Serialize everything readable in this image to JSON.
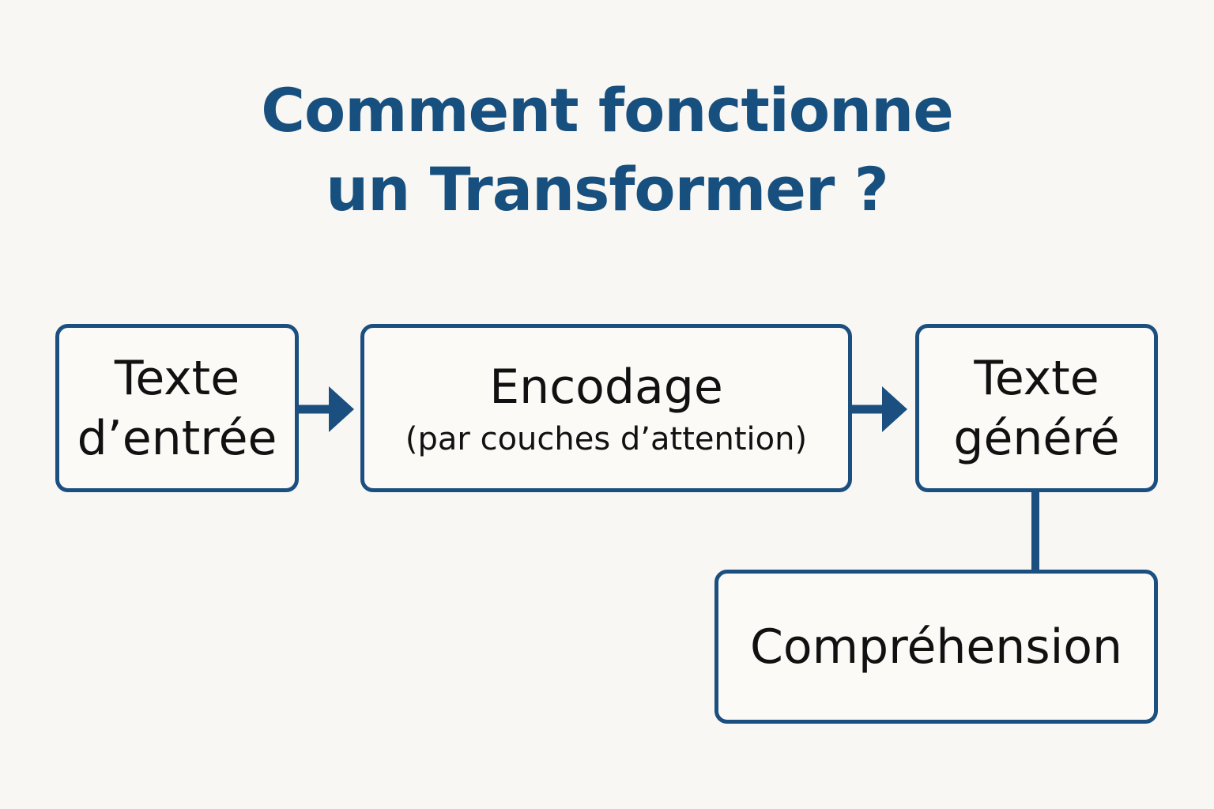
{
  "title": {
    "line1": "Comment fonctionne",
    "line2": "un Transformer ?"
  },
  "nodes": {
    "input": {
      "line1": "Texte",
      "line2": "d’entrée"
    },
    "encoding": {
      "label": "Encodage",
      "sublabel": "(par couches d’attention)"
    },
    "output": {
      "line1": "Texte",
      "line2": "généré"
    },
    "comprehension": {
      "label": "Compréhension"
    }
  },
  "colors": {
    "accent": "#17507f",
    "stroke": "#1b4f80",
    "background": "#f8f7f3",
    "text": "#111111"
  },
  "edges": [
    {
      "from": "input",
      "to": "encoding",
      "type": "arrow"
    },
    {
      "from": "encoding",
      "to": "output",
      "type": "arrow"
    },
    {
      "from": "output",
      "to": "comprehension",
      "type": "line"
    }
  ]
}
